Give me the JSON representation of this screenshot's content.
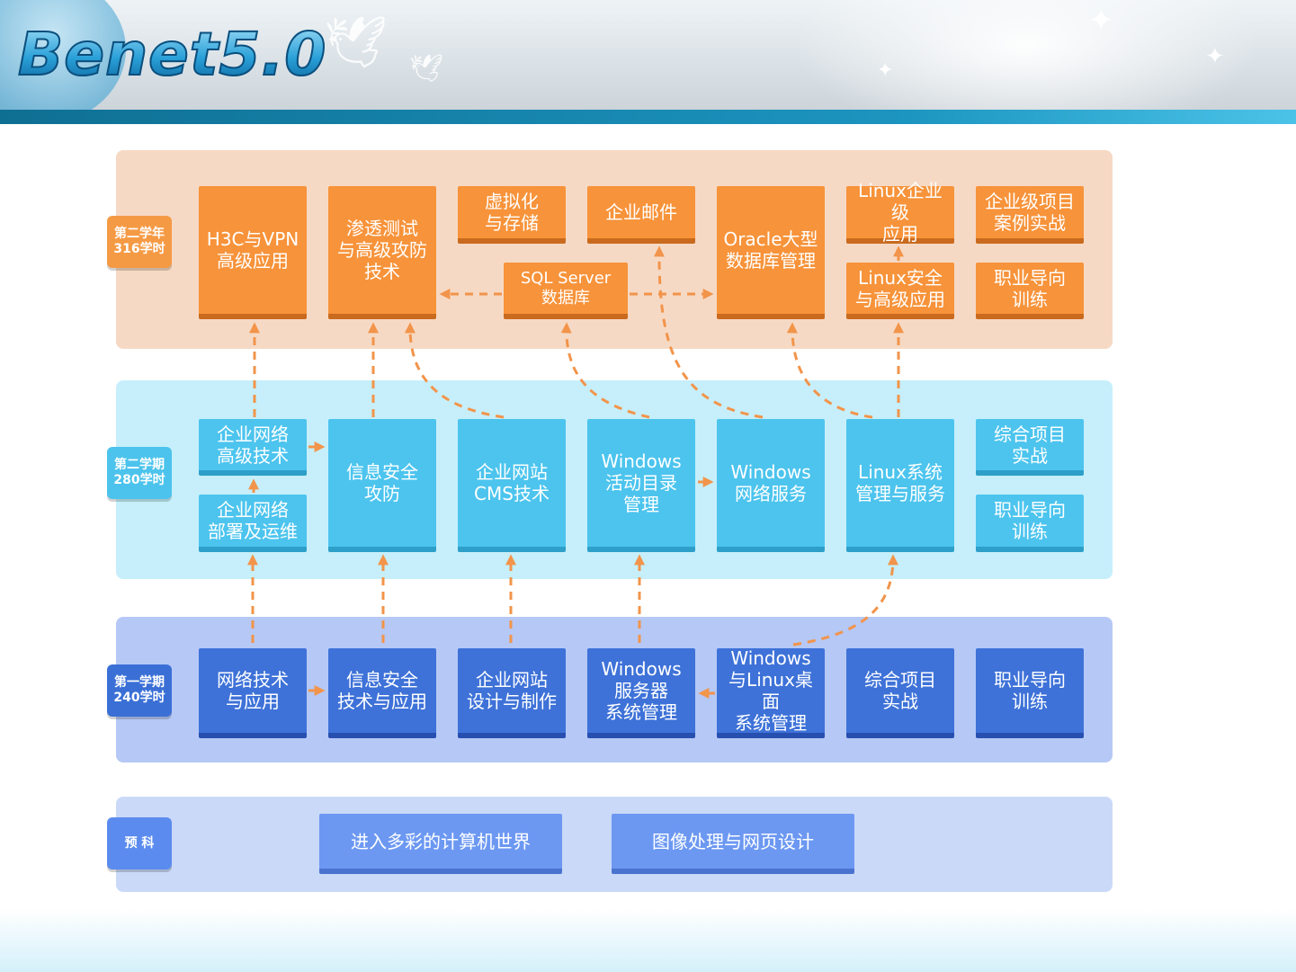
{
  "header": {
    "logo": "Benet5.0"
  },
  "colors": {
    "arrow": "#f2944a",
    "year2_band": "#f6d9c4",
    "sem2_band": "#c6effb",
    "sem1_band": "#b6c8f5",
    "pre_band": "#cad9f8",
    "orange_box": "#f7933a",
    "cyan_box": "#4cc4ee",
    "blue_box": "#3e72d8",
    "light_blue_box": "#6c98f2"
  },
  "stages": {
    "year2": {
      "line1": "第二学年",
      "line2": "316学时"
    },
    "sem2": {
      "line1": "第二学期",
      "line2": "280学时"
    },
    "sem1": {
      "line1": "第一学期",
      "line2": "240学时"
    },
    "pre": {
      "line1": "预 科"
    }
  },
  "courses": {
    "year2": {
      "h3c_vpn": "H3C与VPN\n高级应用",
      "pentest": "渗透测试\n与高级攻防\n技术",
      "virtualization": "虚拟化\n与存储",
      "mail": "企业邮件",
      "sqlserver": "SQL Server\n数据库",
      "oracle": "Oracle大型\n数据库管理",
      "linux_enterprise": "Linux企业级\n应用",
      "linux_security": "Linux安全\n与高级应用",
      "project": "企业级项目\n案例实战",
      "career": "职业导向\n训练"
    },
    "sem2": {
      "net_advanced": "企业网络\n高级技术",
      "net_deploy": "企业网络\n部署及运维",
      "infosec_attack": "信息安全\n攻防",
      "cms": "企业网站\nCMS技术",
      "win_ad": "Windows\n活动目录\n管理",
      "win_net": "Windows\n网络服务",
      "linux_admin": "Linux系统\n管理与服务",
      "project": "综合项目\n实战",
      "career": "职业导向\n训练"
    },
    "sem1": {
      "net_tech": "网络技术\n与应用",
      "infosec_tech": "信息安全\n技术与应用",
      "website": "企业网站\n设计与制作",
      "win_server": "Windows\n服务器\n系统管理",
      "win_linux_desktop": "Windows\n与Linux桌面\n系统管理",
      "project": "综合项目\n实战",
      "career": "职业导向\n训练"
    },
    "pre": {
      "computer_world": "进入多彩的计算机世界",
      "image_web": "图像处理与网页设计"
    }
  }
}
